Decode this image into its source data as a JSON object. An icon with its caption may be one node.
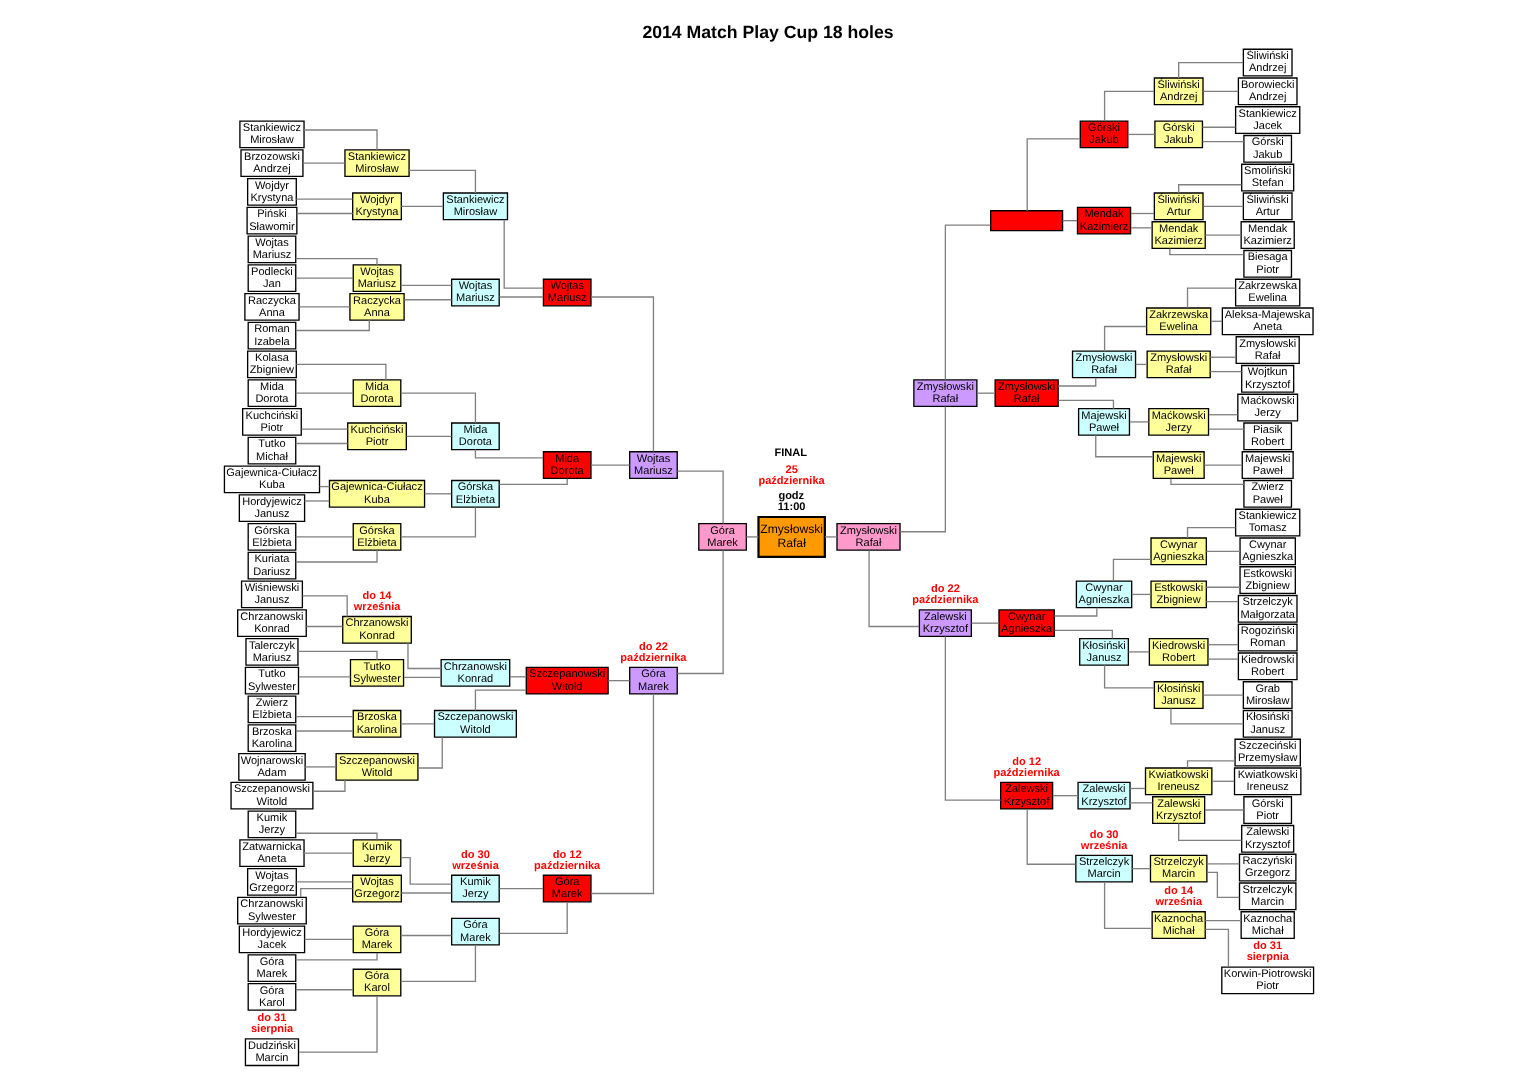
{
  "diagram": {
    "title": "2014 Match Play Cup 18 holes",
    "nodes": [
      {
        "text": [
          "Dudziński Marcin"
        ]
      },
      {
        "text": [
          "Góra Karol"
        ]
      },
      {
        "text": [
          "Góra Marek"
        ]
      },
      {
        "text": [
          "Hordyjewicz Jacek"
        ]
      },
      {
        "text": [
          "Chrzanowski Sylwester"
        ]
      },
      {
        "text": [
          "Wojtas Grzegorz"
        ]
      },
      {
        "text": [
          "Zatwarnicka Aneta"
        ]
      },
      {
        "text": [
          "Kumik Jerzy"
        ]
      },
      {
        "text": [
          "Szczepanowski Witold"
        ]
      },
      {
        "text": [
          "Wojnarowski Adam"
        ]
      },
      {
        "text": [
          "Brzoska Karolina"
        ]
      },
      {
        "text": [
          "Zwierz Elżbieta"
        ]
      },
      {
        "text": [
          "Tutko Sylwester"
        ]
      },
      {
        "text": [
          "Talerczyk Mariusz"
        ]
      },
      {
        "text": [
          "Chrzanowski Konrad"
        ]
      },
      {
        "text": [
          "Wiśniewski Janusz"
        ]
      },
      {
        "text": [
          "Kuriata Dariusz"
        ]
      },
      {
        "text": [
          "Górska Elżbieta"
        ]
      },
      {
        "text": [
          "Hordyjewicz Janusz"
        ]
      },
      {
        "text": [
          "Gajewnica-Ciułacz Kuba"
        ]
      },
      {
        "text": [
          "Tutko Michał"
        ]
      },
      {
        "text": [
          "Kuchciński Piotr"
        ]
      },
      {
        "text": [
          "Mida Dorota"
        ]
      },
      {
        "text": [
          "Kolasa Zbigniew"
        ]
      },
      {
        "text": [
          "Roman Izabela"
        ]
      },
      {
        "text": [
          "Raczycka Anna"
        ]
      },
      {
        "text": [
          "Podlecki Jan"
        ]
      },
      {
        "text": [
          "Wojtas Mariusz"
        ]
      },
      {
        "text": [
          "Piński Sławomir"
        ]
      },
      {
        "text": [
          "Wojdyr Krystyna"
        ]
      },
      {
        "text": [
          "Brzozowski Andrzej"
        ]
      },
      {
        "text": [
          "Stankiewicz Mirosław"
        ]
      },
      {
        "text": [
          "Góra Karol"
        ]
      },
      {
        "text": [
          "Góra Marek"
        ]
      },
      {
        "text": [
          "Wojtas Grzegorz"
        ]
      },
      {
        "text": [
          "Kumik Jerzy"
        ]
      },
      {
        "text": [
          "Szczepanowski Witold"
        ]
      },
      {
        "text": [
          "Brzoska Karolina"
        ]
      },
      {
        "text": [
          "Tutko Sylwester"
        ]
      },
      {
        "text": [
          "Chrzanowski Konrad"
        ]
      },
      {
        "text": [
          "Górska Elżbieta"
        ]
      },
      {
        "text": [
          "Gajewnica-Ciułacz Kuba"
        ]
      },
      {
        "text": [
          "Kuchciński Piotr"
        ]
      },
      {
        "text": [
          "Mida Dorota"
        ]
      },
      {
        "text": [
          "Raczycka Anna"
        ]
      },
      {
        "text": [
          "Wojtas Mariusz"
        ]
      },
      {
        "text": [
          "Wojdyr Krystyna"
        ]
      },
      {
        "text": [
          "Stankiewicz Mirosław"
        ]
      },
      {
        "text": [
          "Góra Marek"
        ]
      },
      {
        "text": [
          "Kumik Jerzy"
        ]
      },
      {
        "text": [
          "Szczepanowski Witold"
        ]
      },
      {
        "text": [
          "Chrzanowski Konrad"
        ]
      },
      {
        "text": [
          "Górska Elżbieta"
        ]
      },
      {
        "text": [
          "Mida Dorota"
        ]
      },
      {
        "text": [
          "Wojtas Mariusz"
        ]
      },
      {
        "text": [
          "Stankiewicz Mirosław"
        ]
      },
      {
        "text": [
          "Góra Marek"
        ]
      },
      {
        "text": [
          "Szczepanowski Witold"
        ]
      },
      {
        "text": [
          "Mida Dorota"
        ]
      },
      {
        "text": [
          "Wojtas Mariusz"
        ]
      },
      {
        "text": [
          "Góra Marek"
        ]
      },
      {
        "text": [
          "Wojtas Mariusz"
        ]
      },
      {
        "text": [
          "Góra Marek"
        ]
      },
      {
        "text": [
          "Zmysłowski Rafał"
        ]
      },
      {
        "text": [
          "Zmysłowski Rafał"
        ]
      },
      {
        "text": [
          "Zalewski Krzysztof"
        ]
      },
      {
        "text": [
          "Zmysłowski Rafał"
        ]
      },
      {
        "text": [
          "Zalewski Krzysztof"
        ]
      },
      {
        "text": [
          "Cwynar Agnieszka"
        ]
      },
      {
        "text": [
          "Zmysłowski Rafał"
        ]
      },
      {
        "text": [],
        "shape": "box"
      },
      {
        "text": [
          "Strzelczyk Marcin"
        ]
      },
      {
        "text": [
          "Zalewski Krzysztof"
        ]
      },
      {
        "text": [
          "Kłosiński Janusz"
        ]
      },
      {
        "text": [
          "Cwynar Agnieszka"
        ]
      },
      {
        "text": [
          "Majewski Paweł"
        ]
      },
      {
        "text": [
          "Zmysłowski Rafał"
        ]
      },
      {
        "text": [
          "Mendak Kazimierz"
        ]
      },
      {
        "text": [
          "Górski Jakub"
        ]
      },
      {
        "text": [
          "Kaznocha Michał"
        ]
      },
      {
        "text": [
          "Strzelczyk Marcin"
        ]
      },
      {
        "text": [
          "Zalewski Krzysztof"
        ]
      },
      {
        "text": [
          "Kwiatkowski Ireneusz"
        ]
      },
      {
        "text": [
          "Kłosiński Janusz"
        ]
      },
      {
        "text": [
          "Kiedrowski Robert"
        ]
      },
      {
        "text": [
          "Estkowski Zbigniew"
        ]
      },
      {
        "text": [
          "Cwynar Agnieszka"
        ]
      },
      {
        "text": [
          "Majewski Paweł"
        ]
      },
      {
        "text": [
          "Maćkowski Jerzy"
        ]
      },
      {
        "text": [
          "Zmysłowski Rafał"
        ]
      },
      {
        "text": [
          "Zakrzewska Ewelina"
        ]
      },
      {
        "text": [
          "Mendak Kazimierz"
        ]
      },
      {
        "text": [
          "Śliwiński Artur"
        ]
      },
      {
        "text": [
          "Górski Jakub"
        ]
      },
      {
        "text": [
          "Śliwiński Andrzej"
        ]
      },
      {
        "text": [
          "Korwin-Piotrowski Piotr"
        ]
      },
      {
        "text": [
          "Kaznocha Michał"
        ]
      },
      {
        "text": [
          "Strzelczyk Marcin"
        ]
      },
      {
        "text": [
          "Raczyński Grzegorz"
        ]
      },
      {
        "text": [
          "Zalewski Krzysztof"
        ]
      },
      {
        "text": [
          "Górski Piotr"
        ]
      },
      {
        "text": [
          "Kwiatkowski Ireneusz"
        ]
      },
      {
        "text": [
          "Szczeciński Przemysław"
        ]
      },
      {
        "text": [
          "Kłosiński Janusz"
        ]
      },
      {
        "text": [
          "Grab Mirosław"
        ]
      },
      {
        "text": [
          "Kiedrowski Robert"
        ]
      },
      {
        "text": [
          "Rogoziński Roman"
        ]
      },
      {
        "text": [
          "Strzelczyk Małgorzata"
        ]
      },
      {
        "text": [
          "Estkowski Zbigniew"
        ]
      },
      {
        "text": [
          "Cwynar Agnieszka"
        ]
      },
      {
        "text": [
          "Stankiewicz Tomasz"
        ]
      },
      {
        "text": [
          "Zwierz Paweł"
        ]
      },
      {
        "text": [
          "Majewski Paweł"
        ]
      },
      {
        "text": [
          "Piasik Robert"
        ]
      },
      {
        "text": [
          "Maćkowski Jerzy"
        ]
      },
      {
        "text": [
          "Wojtkun Krzysztof"
        ]
      },
      {
        "text": [
          "Zmysłowski Rafał"
        ]
      },
      {
        "text": [
          "Aleksa-Majewska Aneta"
        ]
      },
      {
        "text": [
          "Zakrzewska Ewelina"
        ]
      },
      {
        "text": [
          "Biesaga Piotr"
        ]
      },
      {
        "text": [
          "Mendak Kazimierz"
        ]
      },
      {
        "text": [
          "Śliwiński Artur"
        ]
      },
      {
        "text": [
          "Smoliński Stefan"
        ]
      },
      {
        "text": [
          "Górski Jakub"
        ]
      },
      {
        "text": [
          "Stankiewicz Jacek"
        ]
      },
      {
        "text": [
          "Borowiecki Andrzej"
        ]
      },
      {
        "text": [
          "Śliwiński Andrzej"
        ]
      }
    ],
    "edges": [
      {
        "from": 0,
        "to": 32,
        "arrow": "none"
      },
      {
        "from": 1,
        "to": 32,
        "arrow": "none"
      },
      {
        "from": 2,
        "to": 33,
        "arrow": "none"
      },
      {
        "from": 3,
        "to": 33,
        "arrow": "none"
      },
      {
        "from": 4,
        "to": 34,
        "arrow": "none"
      },
      {
        "from": 5,
        "to": 34,
        "arrow": "none"
      },
      {
        "from": 6,
        "to": 35,
        "arrow": "none"
      },
      {
        "from": 7,
        "to": 35,
        "arrow": "none"
      },
      {
        "from": 8,
        "to": 36,
        "arrow": "none"
      },
      {
        "from": 9,
        "to": 36,
        "arrow": "none"
      },
      {
        "from": 10,
        "to": 37,
        "arrow": "none"
      },
      {
        "from": 11,
        "to": 37,
        "arrow": "none"
      },
      {
        "from": 12,
        "to": 38,
        "arrow": "none"
      },
      {
        "from": 13,
        "to": 38,
        "arrow": "none"
      },
      {
        "from": 14,
        "to": 39,
        "arrow": "none"
      },
      {
        "from": 15,
        "to": 39,
        "arrow": "none"
      },
      {
        "from": 16,
        "to": 40,
        "arrow": "none"
      },
      {
        "from": 17,
        "to": 40,
        "arrow": "none"
      },
      {
        "from": 18,
        "to": 41,
        "arrow": "none"
      },
      {
        "from": 19,
        "to": 41,
        "arrow": "none"
      },
      {
        "from": 20,
        "to": 42,
        "arrow": "none"
      },
      {
        "from": 21,
        "to": 42,
        "arrow": "none"
      },
      {
        "from": 22,
        "to": 43,
        "arrow": "none"
      },
      {
        "from": 23,
        "to": 43,
        "arrow": "none"
      },
      {
        "from": 24,
        "to": 44,
        "arrow": "none"
      },
      {
        "from": 25,
        "to": 44,
        "arrow": "none"
      },
      {
        "from": 26,
        "to": 45,
        "arrow": "none"
      },
      {
        "from": 27,
        "to": 45,
        "arrow": "none"
      },
      {
        "from": 28,
        "to": 46,
        "arrow": "none"
      },
      {
        "from": 29,
        "to": 46,
        "arrow": "none"
      },
      {
        "from": 30,
        "to": 47,
        "arrow": "none"
      },
      {
        "from": 31,
        "to": 47,
        "arrow": "none"
      },
      {
        "from": 32,
        "to": 48,
        "arrow": "none"
      },
      {
        "from": 33,
        "to": 48,
        "arrow": "none"
      },
      {
        "from": 34,
        "to": 49,
        "arrow": "none"
      },
      {
        "from": 35,
        "to": 49,
        "arrow": "none"
      },
      {
        "from": 36,
        "to": 50,
        "arrow": "none"
      },
      {
        "from": 37,
        "to": 50,
        "arrow": "none"
      },
      {
        "from": 38,
        "to": 51,
        "arrow": "none"
      },
      {
        "from": 39,
        "to": 51,
        "arrow": "none"
      },
      {
        "from": 40,
        "to": 52,
        "arrow": "none"
      },
      {
        "from": 41,
        "to": 52,
        "arrow": "none"
      },
      {
        "from": 42,
        "to": 53,
        "arrow": "none"
      },
      {
        "from": 43,
        "to": 53,
        "arrow": "none"
      },
      {
        "from": 44,
        "to": 54,
        "arrow": "none"
      },
      {
        "from": 45,
        "to": 54,
        "arrow": "none"
      },
      {
        "from": 46,
        "to": 55,
        "arrow": "none"
      },
      {
        "from": 47,
        "to": 55,
        "arrow": "none"
      },
      {
        "from": 48,
        "to": 56,
        "arrow": "none"
      },
      {
        "from": 49,
        "to": 56,
        "arrow": "none"
      },
      {
        "from": 50,
        "to": 57,
        "arrow": "none"
      },
      {
        "from": 51,
        "to": 57,
        "arrow": "none"
      },
      {
        "from": 52,
        "to": 58,
        "arrow": "none"
      },
      {
        "from": 53,
        "to": 58,
        "arrow": "none"
      },
      {
        "from": 54,
        "to": 59,
        "arrow": "none"
      },
      {
        "from": 55,
        "to": 59,
        "arrow": "none"
      },
      {
        "from": 56,
        "to": 60,
        "arrow": "none"
      },
      {
        "from": 57,
        "to": 60,
        "arrow": "none"
      },
      {
        "from": 58,
        "to": 61,
        "arrow": "none"
      },
      {
        "from": 59,
        "to": 61,
        "arrow": "none"
      },
      {
        "from": 60,
        "to": 62,
        "arrow": "none"
      },
      {
        "from": 61,
        "to": 62,
        "arrow": "none"
      },
      {
        "from": 62,
        "to": 63,
        "arrow": "none"
      },
      {
        "from": 63,
        "to": 64,
        "arrow": "none"
      },
      {
        "from": 64,
        "to": 65,
        "arrow": "none"
      },
      {
        "from": 64,
        "to": 66,
        "arrow": "none"
      },
      {
        "from": 65,
        "to": 67,
        "arrow": "none"
      },
      {
        "from": 65,
        "to": 68,
        "arrow": "none"
      },
      {
        "from": 66,
        "to": 69,
        "arrow": "none"
      },
      {
        "from": 66,
        "to": 70,
        "arrow": "none"
      },
      {
        "from": 67,
        "to": 71,
        "arrow": "none"
      },
      {
        "from": 67,
        "to": 72,
        "arrow": "none"
      },
      {
        "from": 68,
        "to": 73,
        "arrow": "none"
      },
      {
        "from": 68,
        "to": 74,
        "arrow": "none"
      },
      {
        "from": 69,
        "to": 75,
        "arrow": "none"
      },
      {
        "from": 69,
        "to": 76,
        "arrow": "none"
      },
      {
        "from": 70,
        "to": 77,
        "arrow": "none"
      },
      {
        "from": 70,
        "to": 78,
        "arrow": "none"
      },
      {
        "from": 71,
        "to": 79,
        "arrow": "none"
      },
      {
        "from": 71,
        "to": 80,
        "arrow": "none"
      },
      {
        "from": 72,
        "to": 81,
        "arrow": "none"
      },
      {
        "from": 72,
        "to": 82,
        "arrow": "none"
      },
      {
        "from": 73,
        "to": 83,
        "arrow": "none"
      },
      {
        "from": 73,
        "to": 84,
        "arrow": "none"
      },
      {
        "from": 74,
        "to": 85,
        "arrow": "none"
      },
      {
        "from": 74,
        "to": 86,
        "arrow": "none"
      },
      {
        "from": 75,
        "to": 87,
        "arrow": "none"
      },
      {
        "from": 75,
        "to": 88,
        "arrow": "none"
      },
      {
        "from": 76,
        "to": 89,
        "arrow": "none"
      },
      {
        "from": 76,
        "to": 90,
        "arrow": "none"
      },
      {
        "from": 77,
        "to": 91,
        "arrow": "none"
      },
      {
        "from": 77,
        "to": 92,
        "arrow": "none"
      },
      {
        "from": 78,
        "to": 93,
        "arrow": "none"
      },
      {
        "from": 78,
        "to": 94,
        "arrow": "none"
      },
      {
        "from": 79,
        "to": 95,
        "arrow": "none"
      },
      {
        "from": 79,
        "to": 96,
        "arrow": "none"
      },
      {
        "from": 80,
        "to": 97,
        "arrow": "none"
      },
      {
        "from": 80,
        "to": 98,
        "arrow": "none"
      },
      {
        "from": 81,
        "to": 99,
        "arrow": "none"
      },
      {
        "from": 81,
        "to": 100,
        "arrow": "none"
      },
      {
        "from": 82,
        "to": 101,
        "arrow": "none"
      },
      {
        "from": 82,
        "to": 102,
        "arrow": "none"
      },
      {
        "from": 83,
        "to": 103,
        "arrow": "none"
      },
      {
        "from": 83,
        "to": 104,
        "arrow": "none"
      },
      {
        "from": 84,
        "to": 105,
        "arrow": "none"
      },
      {
        "from": 84,
        "to": 106,
        "arrow": "none"
      },
      {
        "from": 85,
        "to": 107,
        "arrow": "none"
      },
      {
        "from": 85,
        "to": 108,
        "arrow": "none"
      },
      {
        "from": 86,
        "to": 109,
        "arrow": "none"
      },
      {
        "from": 86,
        "to": 110,
        "arrow": "none"
      },
      {
        "from": 87,
        "to": 111,
        "arrow": "none"
      },
      {
        "from": 87,
        "to": 112,
        "arrow": "none"
      },
      {
        "from": 88,
        "to": 113,
        "arrow": "none"
      },
      {
        "from": 88,
        "to": 114,
        "arrow": "none"
      },
      {
        "from": 89,
        "to": 115,
        "arrow": "none"
      },
      {
        "from": 89,
        "to": 116,
        "arrow": "none"
      },
      {
        "from": 90,
        "to": 117,
        "arrow": "none"
      },
      {
        "from": 90,
        "to": 118,
        "arrow": "none"
      },
      {
        "from": 91,
        "to": 119,
        "arrow": "none"
      },
      {
        "from": 91,
        "to": 120,
        "arrow": "none"
      },
      {
        "from": 92,
        "to": 121,
        "arrow": "none"
      },
      {
        "from": 92,
        "to": 122,
        "arrow": "none"
      },
      {
        "from": 93,
        "to": 123,
        "arrow": "none"
      },
      {
        "from": 93,
        "to": 124,
        "arrow": "none"
      },
      {
        "from": 94,
        "to": 125,
        "arrow": "none"
      },
      {
        "from": 94,
        "to": 126,
        "arrow": "none"
      }
    ],
    "labels": [
      "do 31 sierpnia",
      "do 14 września",
      "do 30 września",
      "do 12 października",
      "do 22 października",
      "FINAL",
      "25 października",
      "godz 11:00",
      "do 22 października",
      "do 12 października",
      "do 30 września",
      "do 14 września",
      "do 31 sierpnia"
    ]
  }
}
